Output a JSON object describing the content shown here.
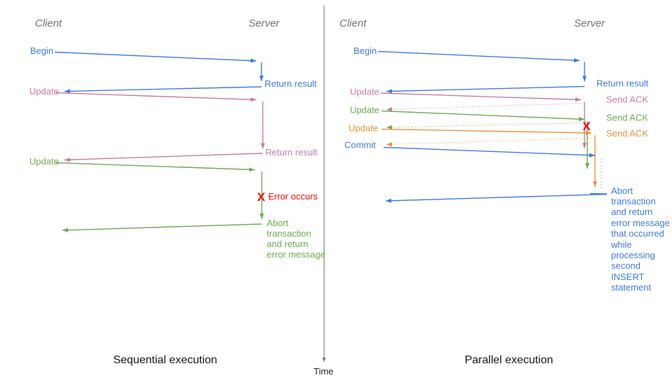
{
  "colors": {
    "blue": "#3c78d8",
    "pink": "#c27ba0",
    "green": "#6aa84f",
    "orange": "#e69138",
    "red": "#ee0000",
    "header_gray": "#717171",
    "divider_gray": "#777777",
    "caption_black": "#111111"
  },
  "time_axis": {
    "label": "Time"
  },
  "left": {
    "title": "Sequential execution",
    "client_header": "Client",
    "server_header": "Server",
    "begin_label": "Begin",
    "update_1_label": "Update",
    "update_2_label": "Update",
    "return_result_1": "Return result",
    "return_result_2": "Return result",
    "error_label": "Error occurs",
    "x_mark": "X",
    "abort_lines": [
      "Abort",
      "transaction",
      "and return",
      "error message"
    ]
  },
  "right": {
    "title": "Parallel execution",
    "client_header": "Client",
    "server_header": "Server",
    "begin_label": "Begin",
    "update_1_label": "Update",
    "update_2_label": "Update",
    "update_3_label": "Update",
    "commit_label": "Commit",
    "return_result": "Return result",
    "send_ack_1": "Send ACK",
    "send_ack_2": "Send ACK",
    "send_ack_3": "Send ACK",
    "x_mark": "X",
    "abort_lines": [
      "Abort",
      "transaction",
      "and return",
      "error message",
      "that occurred",
      "while",
      "processing",
      "second",
      "INSERT",
      "statement"
    ]
  }
}
